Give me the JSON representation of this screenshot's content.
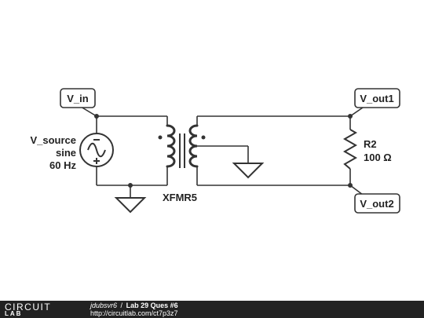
{
  "schematic": {
    "net_labels": {
      "vin": "V_in",
      "vout1": "V_out1",
      "vout2": "V_out2"
    },
    "source": {
      "name": "V_source",
      "waveform": "sine",
      "frequency": "60 Hz"
    },
    "transformer": {
      "name": "XFMR5"
    },
    "resistor": {
      "name": "R2",
      "value": "100 Ω"
    }
  },
  "footer": {
    "logo_top": "CIRCUIT",
    "logo_bottom": "LAB",
    "author": "jdubsvr6",
    "separator": "/",
    "title": "Lab 29 Ques #6",
    "url": "http://circuitlab.com/ct7p3z7"
  },
  "colors": {
    "line": "#333333",
    "footer_bg": "#222222"
  }
}
